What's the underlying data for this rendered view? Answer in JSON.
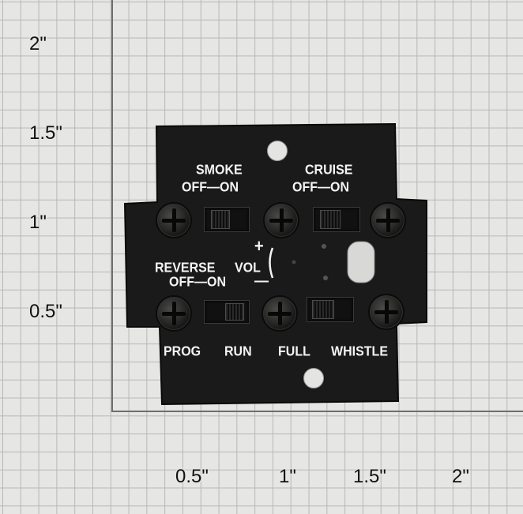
{
  "measurement_grid": {
    "y_ticks": [
      "2\"",
      "1.5\"",
      "1\"",
      "0.5\""
    ],
    "x_ticks": [
      "0.5\"",
      "1\"",
      "1.5\"",
      "2\""
    ]
  },
  "panel": {
    "smoke": {
      "label": "SMOKE",
      "states": "OFF—ON"
    },
    "cruise": {
      "label": "CRUISE",
      "states": "OFF—ON"
    },
    "reverse": {
      "label": "REVERSE",
      "states": "OFF—ON"
    },
    "vol": {
      "label": "VOL",
      "plus": "+",
      "minus": "—"
    },
    "bottom_labels": [
      "PROG",
      "RUN",
      "FULL",
      "WHISTLE"
    ],
    "colors": {
      "plate": "#1a1a1a",
      "text": "#f4f4f4",
      "background": "#e6e6e4"
    }
  }
}
